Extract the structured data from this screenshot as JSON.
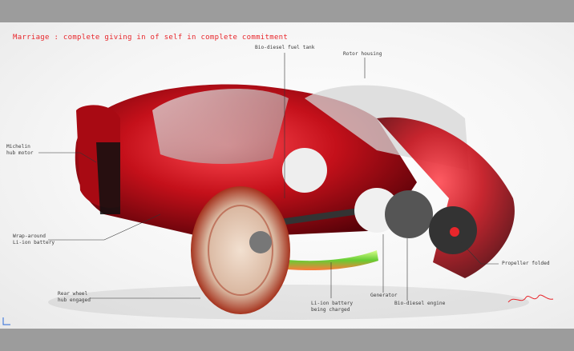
{
  "title": "Marriage : complete giving in of self in complete commitment",
  "labels": {
    "biodiesel_tank": "Bio-diesel fuel tank",
    "rotor_housing": "Rotor housing",
    "michelin": "Michelin\nhub motor",
    "wraparound": "Wrap-around\nLi-ion battery",
    "rear_wheel": "Rear wheel\nhub engaged",
    "liion_charged": "Li-ion battery\nbeing charged",
    "generator": "Generator",
    "biodiesel_engine": "Bio-diesel engine",
    "propeller": "Propeller folded"
  },
  "colors": {
    "accent": "#e8262b",
    "body_red": "#c4101a",
    "battery_green": "#66cc33"
  }
}
